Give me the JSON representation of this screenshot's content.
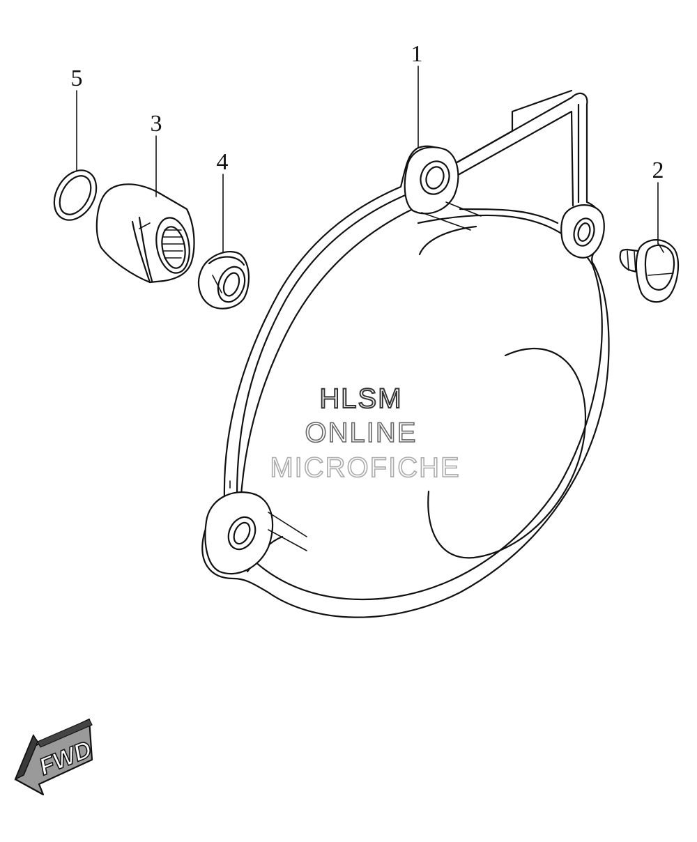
{
  "diagram": {
    "callouts": [
      {
        "id": "1",
        "label": "1"
      },
      {
        "id": "2",
        "label": "2"
      },
      {
        "id": "3",
        "label": "3"
      },
      {
        "id": "4",
        "label": "4"
      },
      {
        "id": "5",
        "label": "5"
      }
    ],
    "watermark": {
      "line1": "HLSM",
      "line2": "ONLINE",
      "line3": "MICROFICHE"
    },
    "direction_indicator": {
      "label": "FWD",
      "icon": "arrow-down-left-icon"
    }
  }
}
